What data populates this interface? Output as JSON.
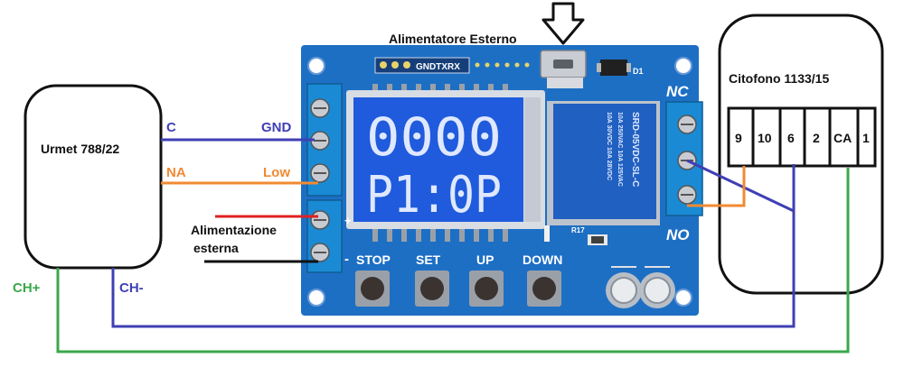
{
  "labels": {
    "urmet": "Urmet 788/22",
    "citofono": "Citofono 1133/15",
    "alimentatore": "Alimentatore Esterno",
    "alimentazione_1": "Alimentazione",
    "alimentazione_2": "esterna",
    "wire_c": "C",
    "wire_na": "NA",
    "wire_gnd": "GND",
    "wire_low": "Low",
    "ch_plus": "CH+",
    "ch_minus": "CH-"
  },
  "board": {
    "header_label": "GNDTXRX",
    "lcd_line1": "0000",
    "lcd_line2": "P1:0P",
    "relay_text_1": "SRD-05VDC-SL-C",
    "relay_text_2": "10A 250VAC  10A 125VAC",
    "relay_text_3": "10A 30VDC  10A 28VDC",
    "nc_label": "NC",
    "no_label": "NO",
    "plus_label": "+",
    "minus_label": "-",
    "d1_label": "D1",
    "r17_label": "R17",
    "buttons": [
      {
        "label": "STOP"
      },
      {
        "label": "SET"
      },
      {
        "label": "UP"
      },
      {
        "label": "DOWN"
      }
    ]
  },
  "terminal": {
    "cells": [
      "9",
      "10",
      "6",
      "2",
      "CA",
      "1"
    ]
  },
  "colors": {
    "blue_wire": "#3f3fb5",
    "orange_wire": "#f08a32",
    "green_wire": "#3aa84a",
    "red_wire": "#e02020",
    "board": "#1d6fc4",
    "lcd": "#1f5bdc",
    "relay": "#2060c0",
    "terminal_block": "#1a8ad4"
  }
}
